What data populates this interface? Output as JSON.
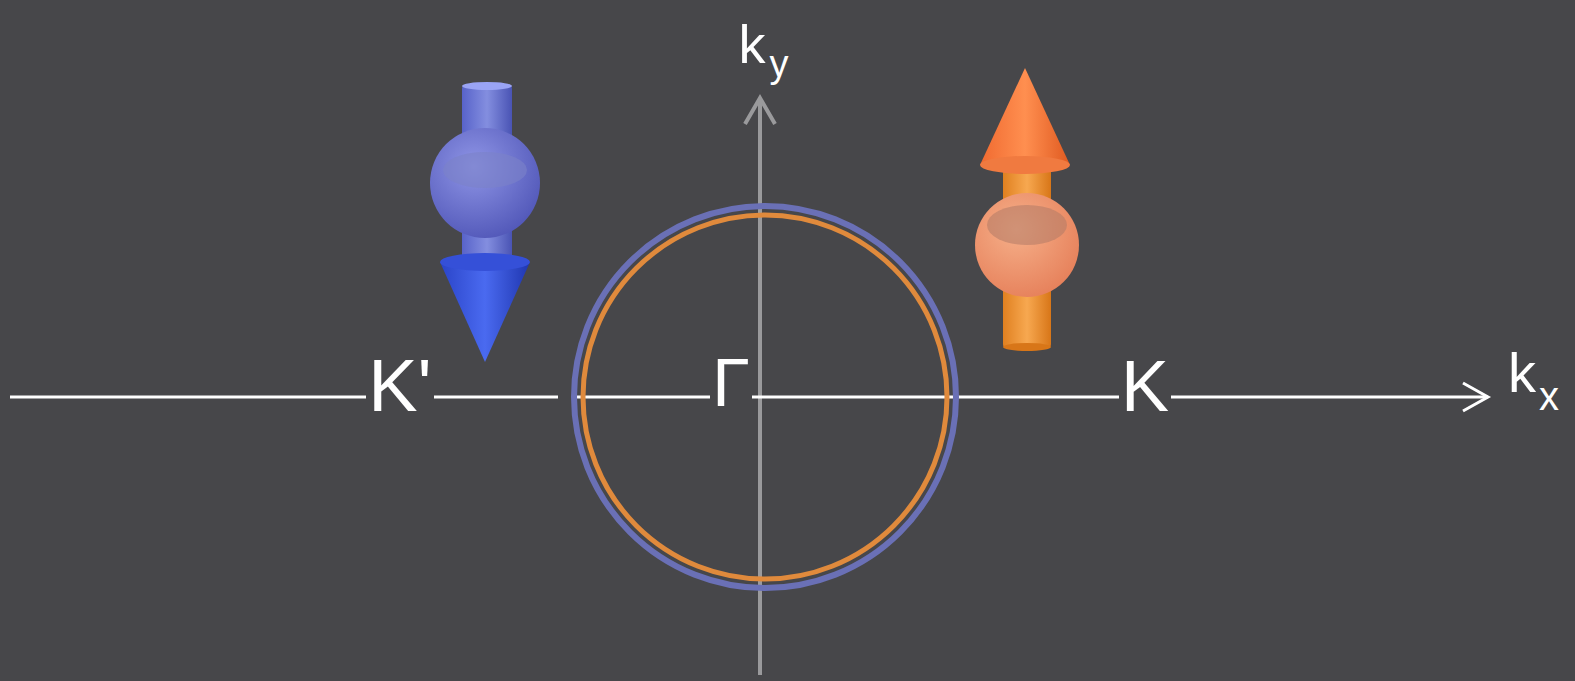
{
  "diagram": {
    "labels": [
      "k",
      "y",
      "K'",
      "Γ",
      "K",
      "k",
      "x"
    ]
  }
}
